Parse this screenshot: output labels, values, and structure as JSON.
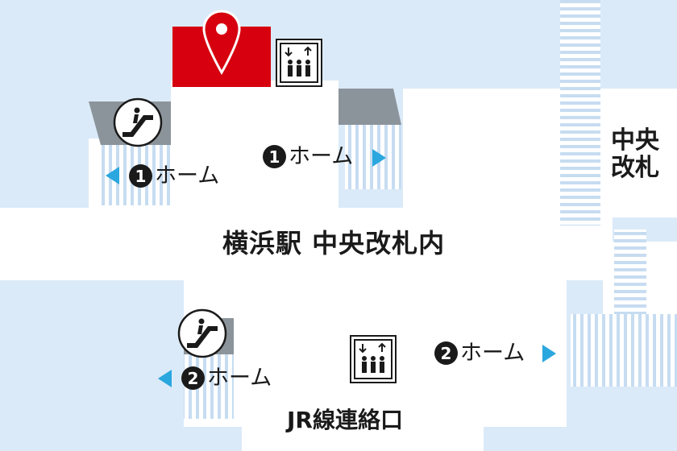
{
  "map": {
    "title": "横浜駅 中央改札内",
    "central_gate": {
      "line1": "中央",
      "line2": "改札"
    },
    "jr_exit": "JR線連絡口",
    "platforms": [
      {
        "number": "1",
        "label": "ホーム",
        "direction": "left"
      },
      {
        "number": "1",
        "label": "ホーム",
        "direction": "right"
      },
      {
        "number": "2",
        "label": "ホーム",
        "direction": "right"
      },
      {
        "number": "2",
        "label": "ホーム",
        "direction": "left"
      }
    ],
    "icons": [
      "location-pin-icon",
      "elevator-icon",
      "escalator-icon"
    ],
    "colors": {
      "background": "#dbeaf8",
      "walkway": "#ffffff",
      "highlight": "#d7000f",
      "ramp": "#8c949b",
      "arrow": "#2aa7df",
      "text": "#1a1a1a"
    }
  }
}
